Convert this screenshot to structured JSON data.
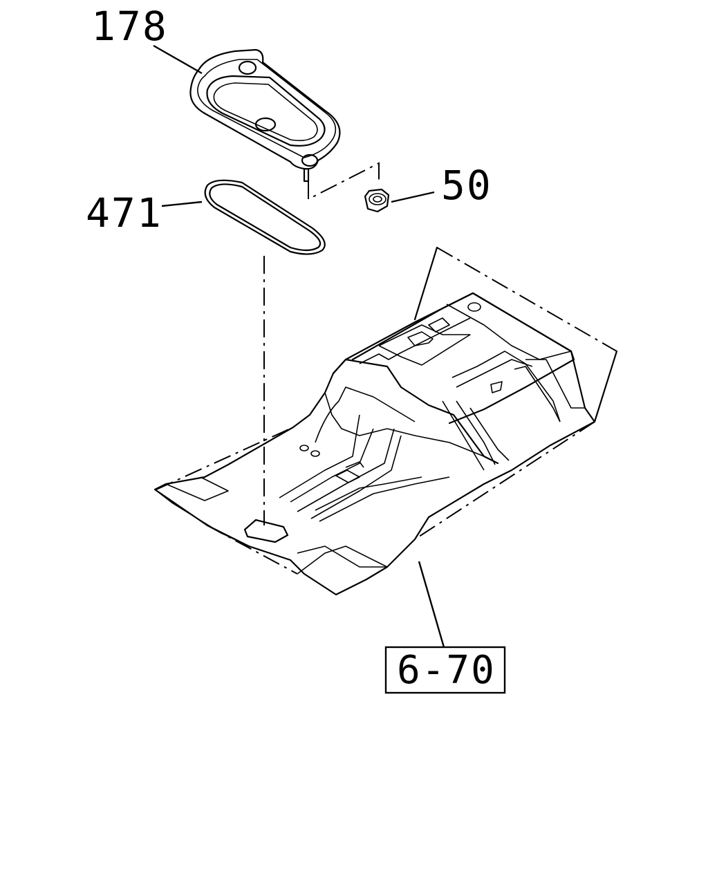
{
  "callouts": {
    "cover": "178",
    "gasket": "471",
    "nut": "50"
  },
  "reference_box": {
    "label": "6-70"
  },
  "colors": {
    "line": "#000000",
    "background": "#ffffff"
  }
}
